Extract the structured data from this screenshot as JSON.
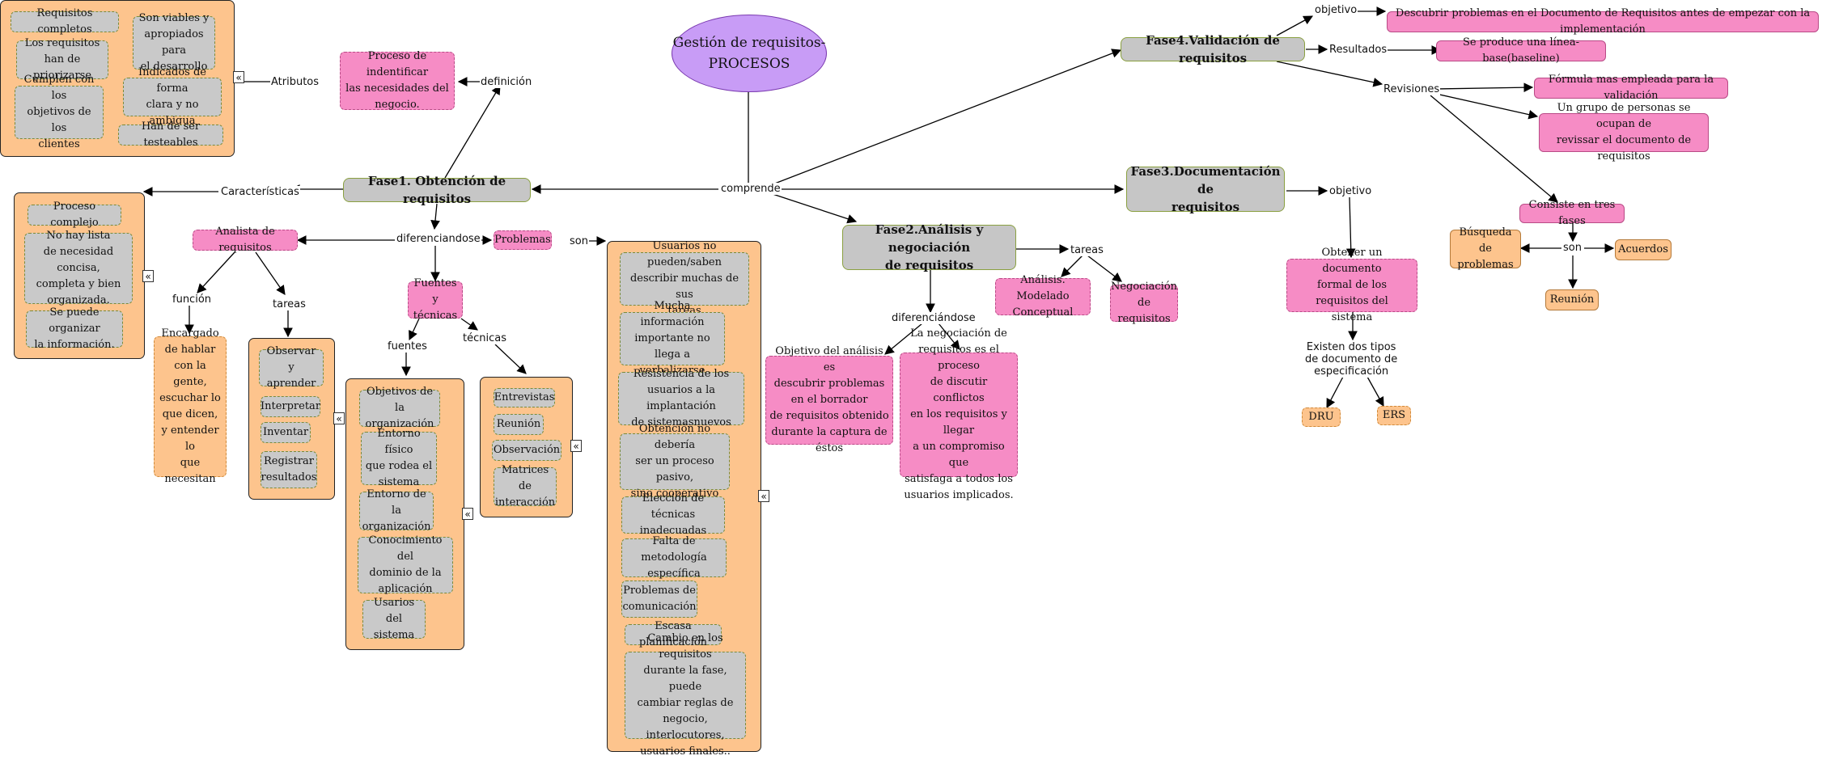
{
  "root": "Gestión de requisitos-\nPROCESOS",
  "links": {
    "comprende": "comprende",
    "definicion": "definición",
    "atributos": "Atributos",
    "caracteristicas": "Características",
    "diferenciandose": "diferenciandose",
    "son": "son",
    "funcion": "función",
    "tareas": "tareas",
    "fuentes": "fuentes",
    "tecnicas": "técnicas",
    "tareas2": "tareas",
    "diferenciandose2": "diferenciándose",
    "objetivo3": "objetivo",
    "objetivo4": "objetivo",
    "resultados": "Resultados",
    "revisiones": "Revisiones",
    "son4": "son",
    "existen": "Existen dos tipos\nde documento de\nespecificación"
  },
  "phases": {
    "f1": "Fase1. Obtención de requisitos",
    "f2": "Fase2.Análisis y negociación\nde requisitos",
    "f3": "Fase3.Documentación de\nrequisitos",
    "f4": "Fase4.Validación de requisitos"
  },
  "f1": {
    "definicion": "Proceso de indentificar\nlas necesidades del\nnegocio.",
    "atributos": [
      "Requisitos completos",
      "Son viables y\napropiados para\nel desarrollo",
      "Los requisitos\nhan de priorizarse",
      "Indicados de forma\nclara y no ambigua",
      "Cumplen con los\nobjetivos de los\nclientes",
      "Han de ser testeables"
    ],
    "caracteristicas": [
      "Proceso complejo",
      "No hay lista\nde necesidad concisa,\ncompleta y bien\norganizada.",
      "Se puede organizar\nla información."
    ],
    "analista": "Analista de requisitos",
    "funcion": "Encargado\nde hablar\ncon la\ngente,\nescuchar lo\nque dicen,\ny entender lo\nque necesitan",
    "tareas": [
      "Observar y\naprender",
      "Interpretar",
      "Inventar",
      "Registrar\nresultados"
    ],
    "fuentes_tecnicas": "Fuentes y\ntécnicas",
    "fuentes": [
      "Objetivos de\nla organización",
      "Entorno físico\nque rodea el\nsistema",
      "Entorno de la\norganización",
      "Conocimiento del\ndominio de la\naplicación",
      "Usarios del\nsistema"
    ],
    "tecnicas": [
      "Entrevistas",
      "Reunión",
      "Observación",
      "Matrices de\ninteracción"
    ],
    "problemas": "Problemas",
    "problemas_list": [
      "Usuarios no pueden/saben\ndescribir muchas de sus\ntareas",
      "Mucha información\nimportante no llega a\nverbalizarse",
      "Resistencia de los\nusuarios a la implantación\nde sistemasnuevos",
      "Obtención no debería\nser un proceso pasivo,\nsino cooperativo",
      "Elección de técnicas\ninadecuadas",
      "Falta de metodología\nespecífica",
      "Problemas de\ncomunicación",
      "Escasa planificación",
      "Cambio en los requisitos\ndurante la fase, puede\ncambiar reglas de\nnegocio, interlocutores,\nusuarios finales.."
    ]
  },
  "f2": {
    "tareas": [
      "Análisis. Modelado\nConceptual",
      "Negociación\nde requisitos"
    ],
    "objetivo_analisis": "Objetivo del análisis es\ndescubrir problemas\nen el borrador\nde requisitos obtenido\ndurante la captura de éstos",
    "negociacion": "La negociación de\nrequisitos es el proceso\nde discutir conflictos\nen los requisitos y llegar\na un compromiso que\nsatisfaga a todos los\nusuarios implicados."
  },
  "f3": {
    "objetivo": "Obtener un documento\nformal de los requisitos del\nsistema",
    "dru": "DRU",
    "ers": "ERS"
  },
  "f4": {
    "objetivo": "Descubrir problemas en el Documento de Requisitos antes de empezar con la implementación",
    "resultados": "Se produce una línea-base(baseline)",
    "formula": "Fórmula mas empleada para la validación",
    "grupo": "Un grupo de personas se ocupan de\nrevissar el documento de requisitos",
    "fases": "Consiste en tres fases",
    "busqueda": "Búsqueda de\nproblemas",
    "acuerdos": "Acuerdos",
    "reunion": "Reunión"
  },
  "collapse_icon": "«"
}
